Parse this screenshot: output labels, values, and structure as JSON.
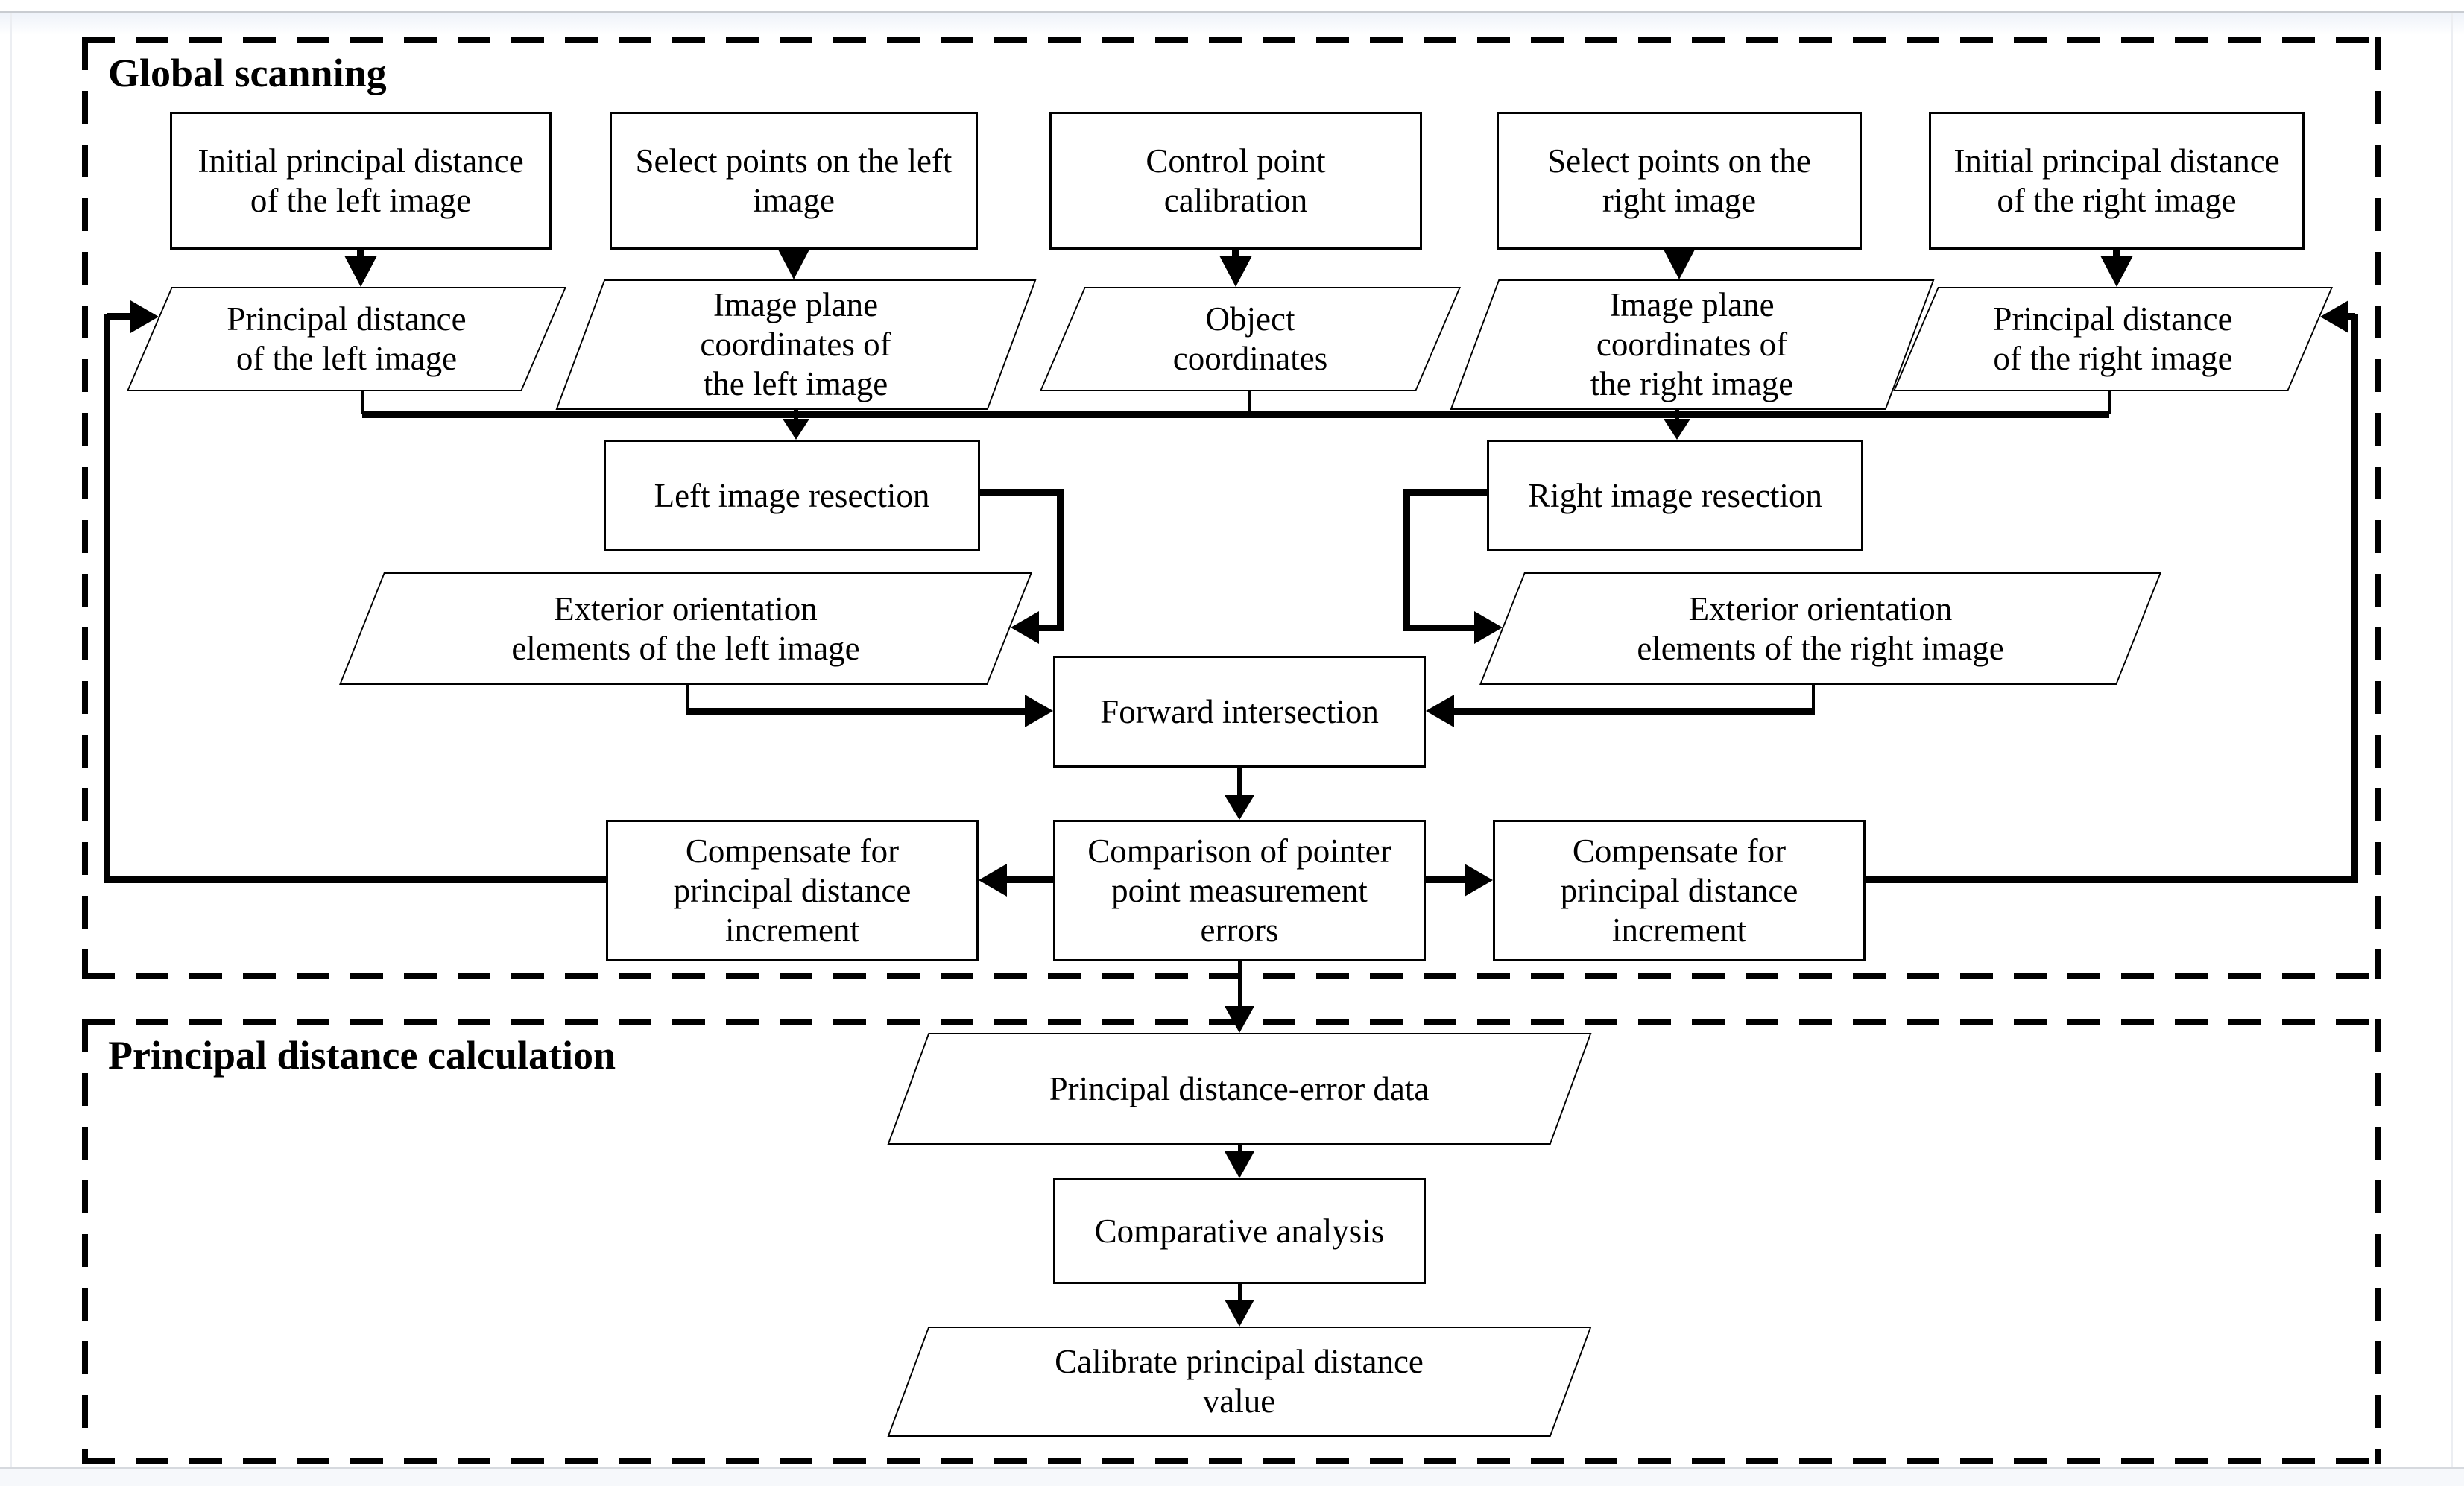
{
  "diagram": {
    "sections": [
      {
        "id": "global-scanning",
        "title": "Global scanning"
      },
      {
        "id": "principal-distance-calculation",
        "title": "Principal distance calculation"
      }
    ],
    "nodes": [
      {
        "id": "initial-pd-left",
        "shape": "rect",
        "label": "Initial principal distance\nof the left image"
      },
      {
        "id": "select-points-left",
        "shape": "rect",
        "label": "Select points on the left\nimage"
      },
      {
        "id": "control-point-calibration",
        "shape": "rect",
        "label": "Control point\ncalibration"
      },
      {
        "id": "select-points-right",
        "shape": "rect",
        "label": "Select points on the\nright image"
      },
      {
        "id": "initial-pd-right",
        "shape": "rect",
        "label": "Initial principal distance\nof the right image"
      },
      {
        "id": "pd-left",
        "shape": "parallelogram",
        "label": "Principal distance\nof the left image"
      },
      {
        "id": "image-plane-left",
        "shape": "parallelogram",
        "label": "Image plane\ncoordinates of\nthe left image"
      },
      {
        "id": "object-coordinates",
        "shape": "parallelogram",
        "label": "Object\ncoordinates"
      },
      {
        "id": "image-plane-right",
        "shape": "parallelogram",
        "label": "Image plane\ncoordinates of\nthe right image"
      },
      {
        "id": "pd-right",
        "shape": "parallelogram",
        "label": "Principal distance\nof the right image"
      },
      {
        "id": "left-image-resection",
        "shape": "rect",
        "label": "Left image resection"
      },
      {
        "id": "right-image-resection",
        "shape": "rect",
        "label": "Right image resection"
      },
      {
        "id": "exterior-left",
        "shape": "parallelogram",
        "label": "Exterior orientation\nelements of the left image"
      },
      {
        "id": "exterior-right",
        "shape": "parallelogram",
        "label": "Exterior orientation\nelements of the right image"
      },
      {
        "id": "forward-intersection",
        "shape": "rect",
        "label": "Forward intersection"
      },
      {
        "id": "comparison-errors",
        "shape": "rect",
        "label": "Comparison of pointer\npoint measurement\nerrors"
      },
      {
        "id": "compensate-left",
        "shape": "rect",
        "label": "Compensate for\nprincipal distance\nincrement"
      },
      {
        "id": "compensate-right",
        "shape": "rect",
        "label": "Compensate for\nprincipal distance\nincrement"
      },
      {
        "id": "pd-error-data",
        "shape": "parallelogram",
        "label": "Principal distance-error data"
      },
      {
        "id": "comparative-analysis",
        "shape": "rect",
        "label": "Comparative analysis"
      },
      {
        "id": "calibrate-pd",
        "shape": "parallelogram",
        "label": "Calibrate principal distance\nvalue"
      }
    ],
    "colors": {
      "line": "#000000",
      "background": "#ffffff",
      "frame_tint": "#eef2f9"
    }
  }
}
